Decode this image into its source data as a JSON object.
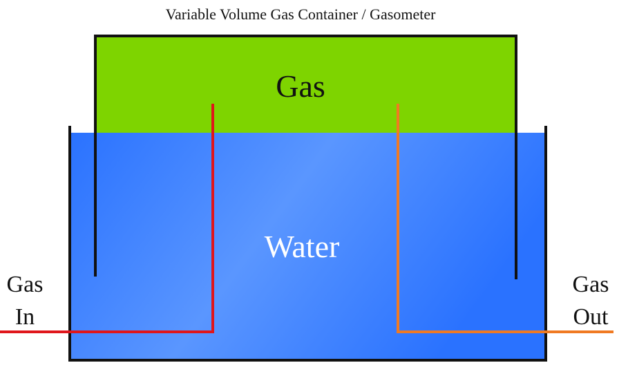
{
  "title": "Variable Volume Gas Container / Gasometer",
  "labels": {
    "gas": "Gas",
    "water": "Water",
    "gas_in": [
      "Gas",
      "In"
    ],
    "gas_out": [
      "Gas",
      "Out"
    ]
  },
  "colors": {
    "gas_fill": "#7ed400",
    "water_light": "#5a96ff",
    "water_dark": "#2a72ff",
    "walls": "#111111",
    "inlet_pipe": "#e0161b",
    "outlet_pipe": "#f07a22",
    "water_text": "#ffffff",
    "text": "#111111"
  }
}
